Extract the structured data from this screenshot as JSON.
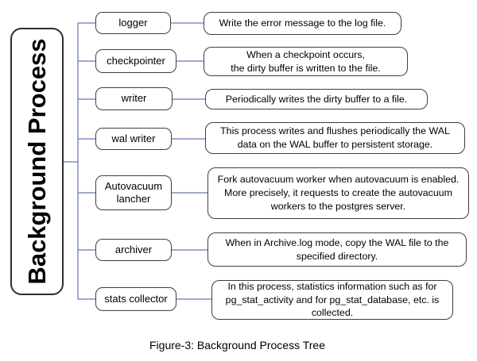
{
  "diagram": {
    "root": {
      "label": "Background Process"
    },
    "nodes": [
      {
        "label": "logger",
        "description": "Write the error message to the log file."
      },
      {
        "label": "checkpointer",
        "description": "When a checkpoint occurs,\nthe dirty buffer is written to the file."
      },
      {
        "label": "writer",
        "description": "Periodically writes the dirty buffer to a file."
      },
      {
        "label": "wal writer",
        "description": "This process writes and flushes periodically the WAL data on the WAL buffer to persistent storage."
      },
      {
        "label": "Autovacuum lancher",
        "description": "Fork autovacuum worker when autovacuum is enabled. More precisely, it requests to create the autovacuum workers to the postgres server."
      },
      {
        "label": "archiver",
        "description": "When in Archive.log mode, copy the WAL file to the specified directory."
      },
      {
        "label": "stats collector",
        "description": "In this process, statistics information such as for pg_stat_activity and for pg_stat_database, etc. is collected."
      }
    ],
    "caption": "Figure-3: Background Process Tree",
    "colors": {
      "connector": "#7e8fbe",
      "node_border": "#3e3e3e",
      "text": "#000000",
      "background": "#ffffff"
    }
  }
}
